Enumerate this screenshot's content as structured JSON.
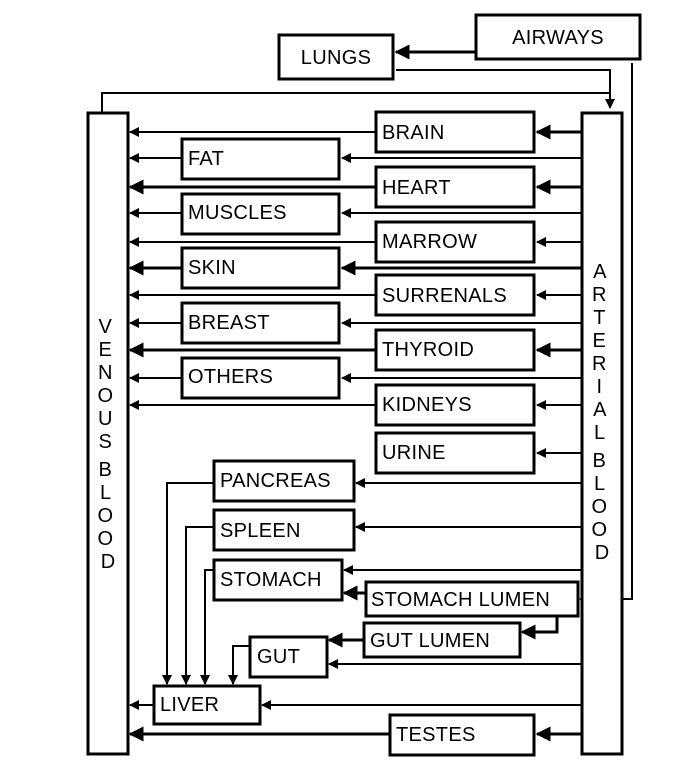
{
  "nodes": {
    "airways": "AIRWAYS",
    "lungs": "LUNGS",
    "venous_blood": "VENOUS BLOOD",
    "arterial_blood": "ARTERIAL BLOOD",
    "brain": "BRAIN",
    "fat": "FAT",
    "heart": "HEART",
    "muscles": "MUSCLES",
    "marrow": "MARROW",
    "skin": "SKIN",
    "surrenals": "SURRENALS",
    "breast": "BREAST",
    "thyroid": "THYROID",
    "others": "OTHERS",
    "kidneys": "KIDNEYS",
    "urine": "URINE",
    "pancreas": "PANCREAS",
    "spleen": "SPLEEN",
    "stomach": "STOMACH",
    "stomach_lumen": "STOMACH LUMEN",
    "gut_lumen": "GUT LUMEN",
    "gut": "GUT",
    "liver": "LIVER",
    "testes": "TESTES"
  },
  "colors": {
    "stroke": "#000000",
    "background": "#ffffff"
  }
}
